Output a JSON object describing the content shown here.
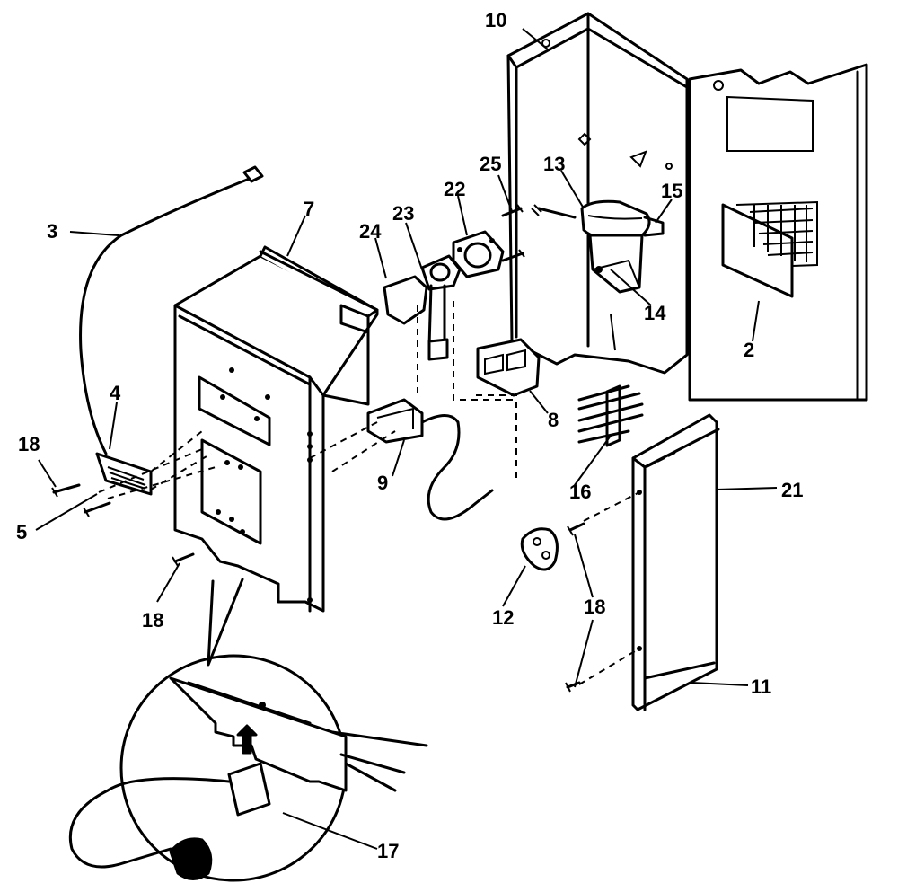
{
  "diagram": {
    "callouts": {
      "c2": "2",
      "c3": "3",
      "c4": "4",
      "c5": "5",
      "c7": "7",
      "c8": "8",
      "c9": "9",
      "c10": "10",
      "c11": "11",
      "c12": "12",
      "c13": "13",
      "c14": "14",
      "c15": "15",
      "c16": "16",
      "c17": "17",
      "c18a": "18",
      "c18b": "18",
      "c18c": "18",
      "c21": "21",
      "c22": "22",
      "c23": "23",
      "c24": "24",
      "c25": "25"
    }
  }
}
